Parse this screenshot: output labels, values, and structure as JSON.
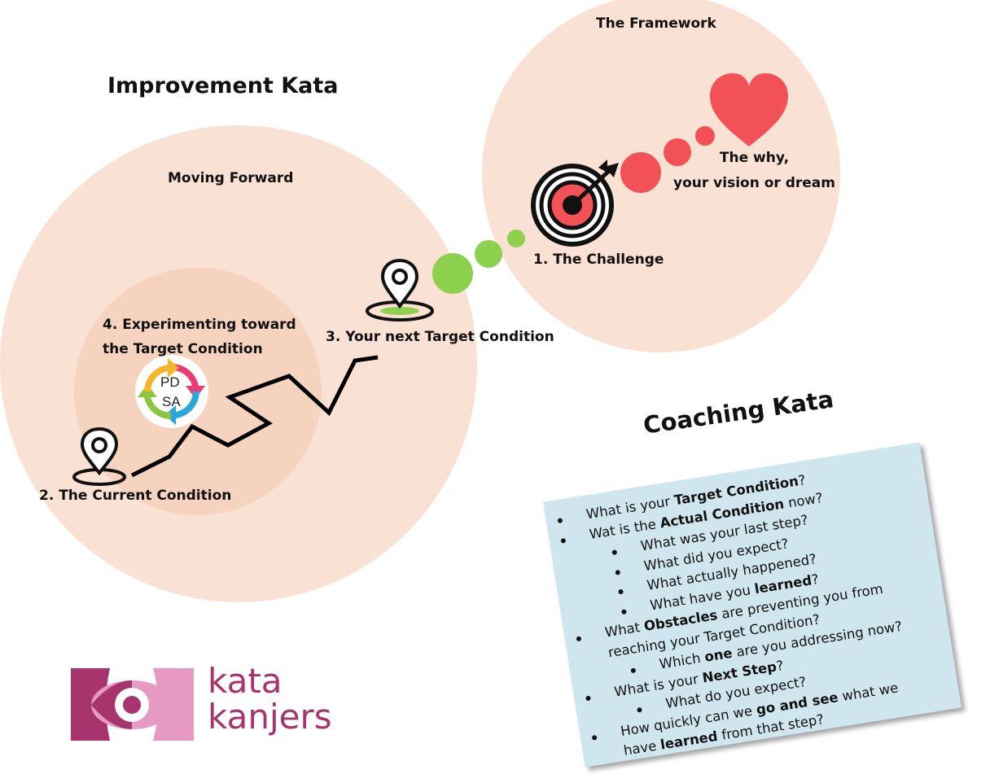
{
  "diagram": {
    "title": "Improvement Kata",
    "framework_label": "The Framework",
    "moving_forward_label": "Moving Forward",
    "why_label_line1": "The why,",
    "why_label_line2": "your vision or dream",
    "challenge_label": "1. The Challenge",
    "target_condition_label": "3. Your next Target Condition",
    "experimenting_line1": "4. Experimenting toward",
    "experimenting_line2": "the Target Condition",
    "current_condition_label": "2. The Current Condition",
    "pdsa_top": "PD",
    "pdsa_bottom": "SA",
    "colors": {
      "circle_fill": "#f9e1d3",
      "inner_circle_fill": "#f6d3be",
      "red_dots": "#f25257",
      "green_dots": "#8ed14f",
      "path_line": "#000000",
      "card_bg": "#cfe6ee",
      "logo": "#a8346e",
      "logo_light": "#e79ac1"
    },
    "icons": [
      "heart-icon",
      "target-icon",
      "location-pin-icon",
      "pdsa-cycle-icon"
    ]
  },
  "coaching_kata": {
    "title": "Coaching Kata",
    "items": [
      {
        "level": 1,
        "pre": "What is your ",
        "bold": "Target Condition",
        "post": "?"
      },
      {
        "level": 1,
        "pre": "Wat is the ",
        "bold": "Actual Condition",
        "post": " now?"
      },
      {
        "level": 2,
        "pre": "What was your last step?",
        "bold": "",
        "post": ""
      },
      {
        "level": 2,
        "pre": "What did you expect?",
        "bold": "",
        "post": ""
      },
      {
        "level": 2,
        "pre": "What actually happened?",
        "bold": "",
        "post": ""
      },
      {
        "level": 2,
        "pre": "What have you ",
        "bold": "learned",
        "post": "?"
      },
      {
        "level": 1,
        "pre": "What ",
        "bold": "Obstacles",
        "post": " are preventing you from"
      },
      {
        "level": 1,
        "cont": true,
        "pre": "reaching your Target Condition?",
        "bold": "",
        "post": ""
      },
      {
        "level": 2,
        "pre": "Which ",
        "bold": "one",
        "post": " are you addressing now?"
      },
      {
        "level": 1,
        "pre": "What is your ",
        "bold": "Next Step",
        "post": "?"
      },
      {
        "level": 2,
        "pre": "What do you expect?",
        "bold": "",
        "post": ""
      },
      {
        "level": 1,
        "pre": "How quickly can we ",
        "bold": "go and see",
        "post": " what we"
      },
      {
        "level": 1,
        "cont": true,
        "pre": "have ",
        "bold": "learned",
        "post": " from that step?"
      }
    ]
  },
  "logo": {
    "line1": "kata",
    "line2": "kanjers"
  }
}
